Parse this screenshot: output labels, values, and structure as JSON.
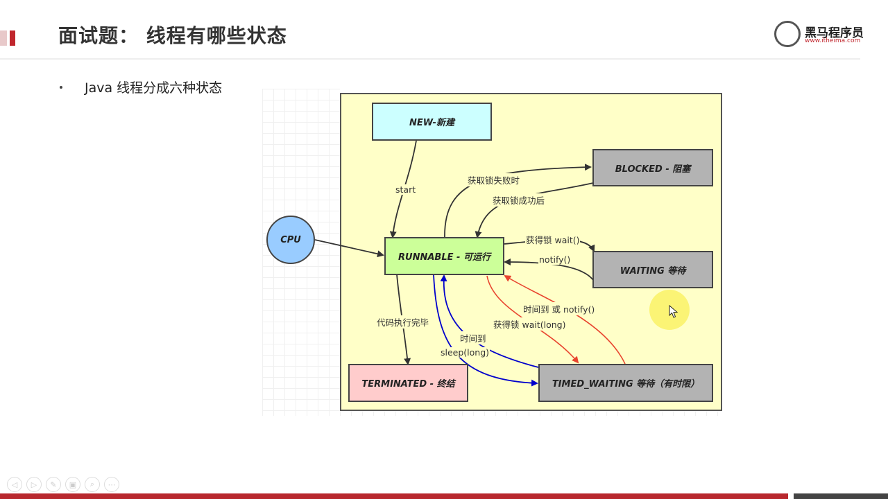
{
  "header": {
    "title": "面试题： 线程有哪些状态",
    "logo_text": "黑马程序员",
    "logo_url": "www.itheima.com"
  },
  "bullet": {
    "text": "Java 线程分成六种状态"
  },
  "diagram": {
    "nodes": {
      "new": "NEW-新建",
      "blocked": "BLOCKED - 阻塞",
      "cpu": "CPU",
      "runnable": "RUNNABLE - 可运行",
      "waiting": "WAITING 等待",
      "terminated": "TERMINATED - 终结",
      "timed_waiting": "TIMED_WAITING 等待（有时限）"
    },
    "edges": {
      "start": "start",
      "lock_fail": "获取锁失败时",
      "lock_success": "获取锁成功后",
      "wait": "获得锁 wait()",
      "notify": "notify()",
      "finished": "代码执行完毕",
      "timeout_notify": "时间到 或 notify()",
      "wait_long": "获得锁 wait(long)",
      "timeout": "时间到",
      "sleep_long": "sleep(long)"
    },
    "colors": {
      "new": "#ccffff",
      "blocked": "#b3b3b3",
      "cpu": "#99ccff",
      "runnable": "#ccff99",
      "waiting": "#b3b3b3",
      "terminated": "#ffcccc",
      "timed_waiting": "#b3b3b3",
      "canvas": "#ffffc8",
      "blue_edge": "#0000cc",
      "red_edge": "#e8442e"
    }
  }
}
